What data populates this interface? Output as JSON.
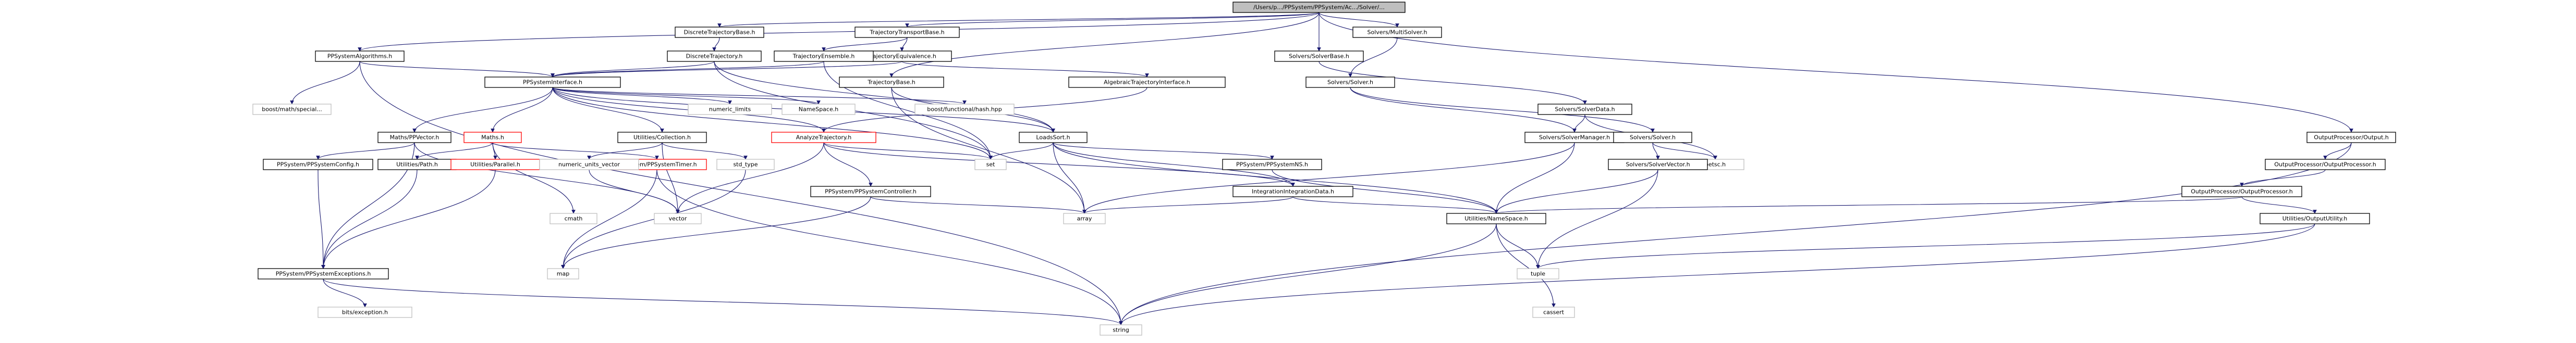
{
  "graph": {
    "root": "/Users/p.../PPSystem/PPSystem/Ac.../Solver/...",
    "nodes": [
      {
        "id": "root",
        "label": "/Users/p.../PPSystem/PPSystem/Ac.../Solver/...",
        "style": "root"
      },
      {
        "id": "discreteTrajectoryBase_h",
        "label": "DiscreteTrajectoryBase.h",
        "style": "plain"
      },
      {
        "id": "trajectoryTransport_h",
        "label": "TrajectoryTransportBase.h",
        "style": "plain"
      },
      {
        "id": "solversMultiSolver_h",
        "label": "Solvers/MultiSolver.h",
        "style": "plain"
      },
      {
        "id": "ppsystemAlgorithms_h",
        "label": "PPSystemAlgorithms.h",
        "style": "plain"
      },
      {
        "id": "discreteTrajectory_h",
        "label": "DiscreteTrajectory.h",
        "style": "plain"
      },
      {
        "id": "trajectoryEquivalence_h",
        "label": "TrajectoryEquivalence.h",
        "style": "plain"
      },
      {
        "id": "solversBase_h",
        "label": "Solvers/SolverBase.h",
        "style": "plain"
      },
      {
        "id": "trajectoryEnsemble_h",
        "label": "TrajectoryEnsemble.h",
        "style": "plain"
      },
      {
        "id": "ppsystemInterface_h",
        "label": "PPSystemInterface.h",
        "style": "plain"
      },
      {
        "id": "solversSolver_h",
        "label": "Solvers/Solver.h",
        "style": "plain"
      },
      {
        "id": "trajectoryBase_h",
        "label": "TrajectoryBase.h",
        "style": "plain"
      },
      {
        "id": "algebraicTrajectory_h",
        "label": "AlgebraicTrajectoryInterface.h",
        "style": "plain"
      },
      {
        "id": "solversSolverData_h",
        "label": "Solvers/SolverData.h",
        "style": "plain"
      },
      {
        "id": "outputProcessor_h",
        "label": "OutputProcessor/Output.h",
        "style": "plain"
      },
      {
        "id": "boostMath",
        "label": "boost/math/special...",
        "style": "ext"
      },
      {
        "id": "mathsVector_h",
        "label": "Maths/PPVector.h",
        "style": "plain"
      },
      {
        "id": "maths_h",
        "label": "Maths.h",
        "style": "red"
      },
      {
        "id": "utilitiesCollection_h",
        "label": "Utilities/Collection.h",
        "style": "plain"
      },
      {
        "id": "numericLimits",
        "label": "numeric_limits",
        "style": "ext"
      },
      {
        "id": "nameSpace_h",
        "label": "NameSpace.h",
        "style": "ext"
      },
      {
        "id": "analyzeTrajectory_h",
        "label": "AnalyzeTrajectory.h",
        "style": "red"
      },
      {
        "id": "boostHash",
        "label": "boost/functional/hash.hpp",
        "style": "ext"
      },
      {
        "id": "loadsSort_h",
        "label": "LoadsSort.h",
        "style": "plain"
      },
      {
        "id": "solverSolverMana_h",
        "label": "Solvers/SolverManager.h",
        "style": "plain"
      },
      {
        "id": "solversSolver2",
        "label": "Solvers/Solver.h",
        "style": "plain"
      },
      {
        "id": "petscSolver",
        "label": "petsc.h",
        "style": "ext"
      },
      {
        "id": "outputProcessor_p",
        "label": "OutputProcessor/OutputProcessor.h",
        "style": "plain"
      },
      {
        "id": "ppsystemConfig_h",
        "label": "PPSystem/PPSystemConfig.h",
        "style": "plain"
      },
      {
        "id": "utilitiesPath_h",
        "label": "Utilities/Path.h",
        "style": "plain"
      },
      {
        "id": "utilParallel_h",
        "label": "Utilities/Parallel.h",
        "style": "red"
      },
      {
        "id": "ppsystemTimer_h",
        "label": "PPSystem/PPSystemTimer.h",
        "style": "red"
      },
      {
        "id": "numericUnits",
        "label": "numeric_units_vector",
        "style": "ext"
      },
      {
        "id": "std_type",
        "label": "std_type",
        "style": "ext"
      },
      {
        "id": "ppsystemCtrl_h",
        "label": "PPSystem/PPSystemController.h",
        "style": "plain"
      },
      {
        "id": "set",
        "label": "set",
        "style": "ext"
      },
      {
        "id": "ppsystemNS_h",
        "label": "PPSystem/PPSystemNS.h",
        "style": "plain"
      },
      {
        "id": "integrationData_h",
        "label": "IntegrationIntegrationData.h",
        "style": "plain"
      },
      {
        "id": "solversVector_h",
        "label": "Solvers/SolverVector.h",
        "style": "plain"
      },
      {
        "id": "outputPut_h",
        "label": "OutputProcessor/OutputProcessor.h",
        "style": "plain"
      },
      {
        "id": "utilitiesOutput",
        "label": "Utilities/OutputUtility.h",
        "style": "plain"
      },
      {
        "id": "cmath",
        "label": "cmath",
        "style": "ext"
      },
      {
        "id": "vector",
        "label": "vector",
        "style": "ext"
      },
      {
        "id": "ppsystemExceptions_h",
        "label": "PPSystem/PPSystemExceptions.h",
        "style": "plain"
      },
      {
        "id": "array",
        "label": "array",
        "style": "ext"
      },
      {
        "id": "utilitiesNameSpace_h",
        "label": "Utilities/NameSpace.h",
        "style": "plain"
      },
      {
        "id": "map",
        "label": "map",
        "style": "ext"
      },
      {
        "id": "bitsException",
        "label": "bits/exception.h",
        "style": "ext"
      },
      {
        "id": "tuple",
        "label": "tuple",
        "style": "ext"
      },
      {
        "id": "cassert",
        "label": "cassert",
        "style": "ext"
      },
      {
        "id": "string",
        "label": "string",
        "style": "ext"
      }
    ]
  }
}
